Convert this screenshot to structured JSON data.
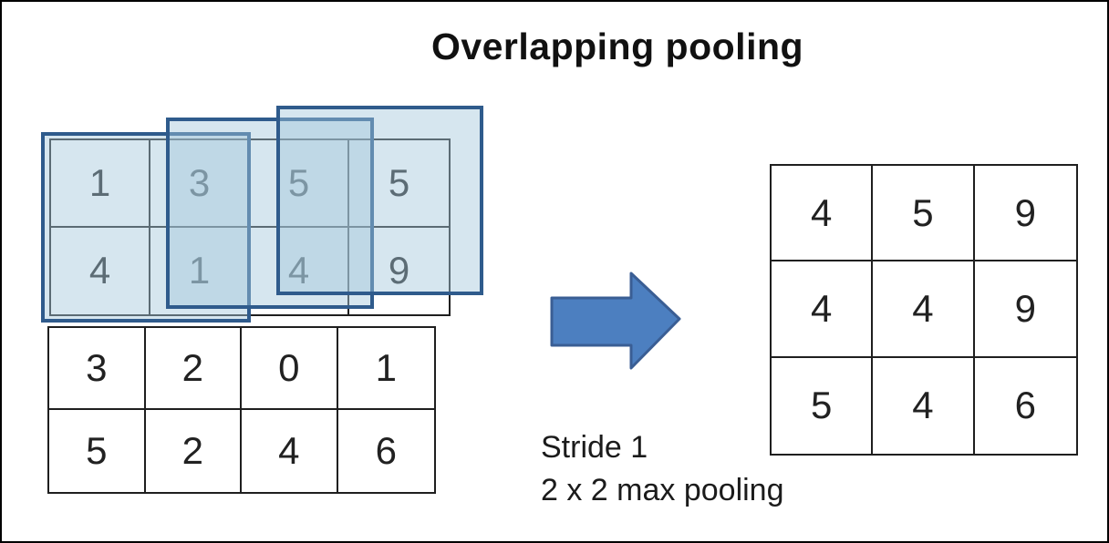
{
  "title": "Overlapping pooling",
  "annotation": {
    "stride": "Stride 1",
    "pooling": "2 x 2 max pooling"
  },
  "input_grid": {
    "rows": [
      [
        "1",
        "3",
        "5",
        "5"
      ],
      [
        "4",
        "1",
        "4",
        "9"
      ],
      [
        "3",
        "2",
        "0",
        "1"
      ],
      [
        "5",
        "2",
        "4",
        "6"
      ]
    ]
  },
  "output_grid": {
    "rows": [
      [
        "4",
        "5",
        "9"
      ],
      [
        "4",
        "4",
        "9"
      ],
      [
        "5",
        "4",
        "6"
      ]
    ]
  },
  "pooling_windows": {
    "count": 3,
    "size": "2 x 2"
  },
  "icons": {
    "arrow": "right-arrow"
  },
  "colors": {
    "window_fill": "rgba(164,200,220,0.45)",
    "window_border": "#2F5B8C",
    "arrow_fill": "#4C7FC0",
    "arrow_stroke": "#3A5E94",
    "grid_line": "#1f1f1f",
    "frame": "#000000"
  }
}
